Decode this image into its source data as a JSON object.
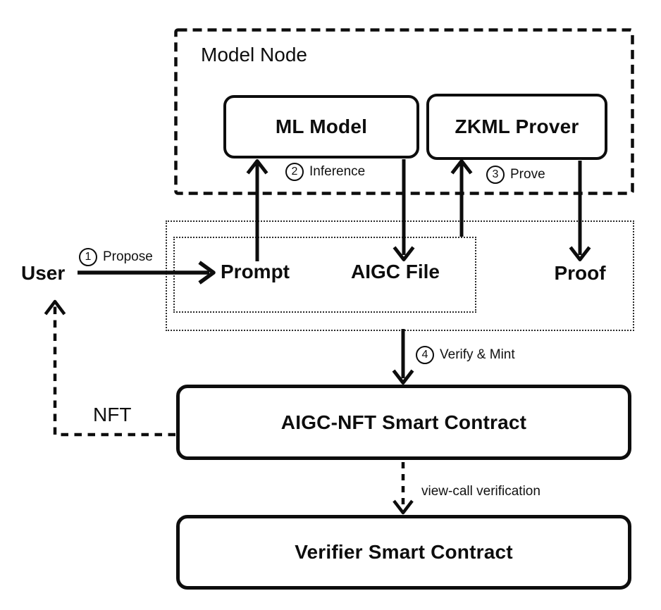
{
  "diagram": {
    "model_node_title": "Model Node",
    "boxes": {
      "ml_model": "ML Model",
      "zkml_prover": "ZKML Prover",
      "aigc_nft_contract": "AIGC-NFT Smart Contract",
      "verifier_contract": "Verifier Smart Contract"
    },
    "nodes": {
      "user": "User",
      "prompt": "Prompt",
      "aigc_file": "AIGC File",
      "proof": "Proof"
    },
    "edges": {
      "propose": {
        "step": "1",
        "label": "Propose"
      },
      "inference": {
        "step": "2",
        "label": "Inference"
      },
      "prove": {
        "step": "3",
        "label": "Prove"
      },
      "verify_mint": {
        "step": "4",
        "label": "Verify & Mint"
      },
      "nft_return": {
        "label": "NFT"
      },
      "view_call": {
        "label": "view-call verification"
      }
    },
    "colors": {
      "ink": "#0d0d0d",
      "background": "#ffffff"
    }
  }
}
